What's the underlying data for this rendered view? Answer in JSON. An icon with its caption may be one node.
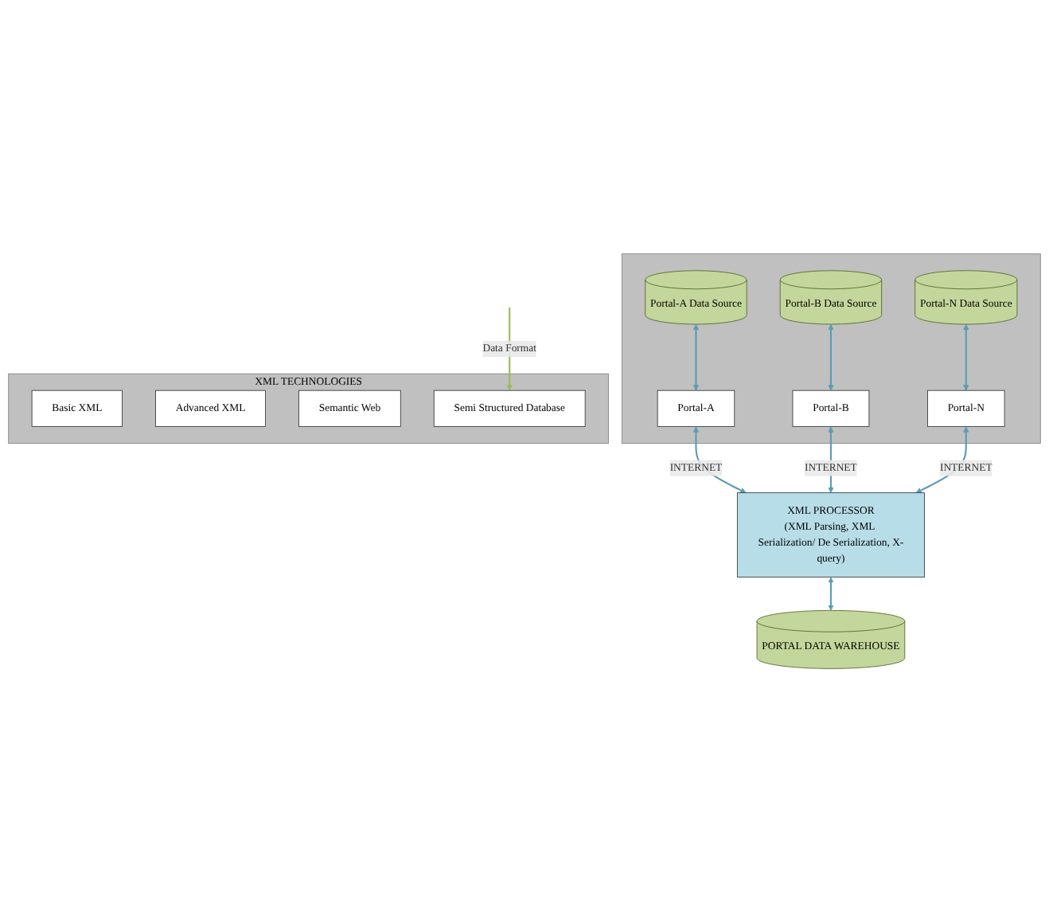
{
  "diagram": {
    "nodes": [
      {
        "text": [],
        "shape": "box"
      },
      {
        "text": [
          "Portal-A Data Source"
        ],
        "in": 0
      },
      {
        "text": [
          "Portal-B Data Source"
        ],
        "in": 0
      },
      {
        "text": [
          "Portal-N Data Source"
        ],
        "in": 0
      },
      {
        "text": [
          "Portal-A"
        ],
        "in": 0
      },
      {
        "text": [
          "Portal-B"
        ],
        "in": 0
      },
      {
        "text": [
          "Portal-N"
        ],
        "in": 0
      },
      {
        "text": [
          "XML TECHNOLOGIES"
        ]
      },
      {
        "text": [
          "Basic XML"
        ],
        "in": 7
      },
      {
        "text": [
          "Advanced XML"
        ],
        "in": 7
      },
      {
        "text": [
          "Semantic Web"
        ],
        "in": 7
      },
      {
        "text": [
          "Semi Structured Database"
        ],
        "in": 7
      },
      {
        "text": [
          "XML PROCESSOR",
          "(XML Parsing, XML Serialization/ De Serialization, X-query)"
        ]
      },
      {
        "text": [
          "PORTAL DATA WAREHOUSE"
        ]
      }
    ],
    "edges": [
      {
        "from": 1,
        "to": 4,
        "arrow": "both"
      },
      {
        "from": 2,
        "to": 5,
        "arrow": "both"
      },
      {
        "from": 3,
        "to": 6,
        "arrow": "both"
      },
      {
        "from": 4,
        "to": 12,
        "arrow": "both",
        "label": "INTERNET"
      },
      {
        "from": 5,
        "to": 12,
        "arrow": "both",
        "label": "INTERNET"
      },
      {
        "from": 6,
        "to": 12,
        "arrow": "both",
        "label": "INTERNET"
      },
      {
        "from": null,
        "to": 11,
        "arrow": "to",
        "label": "Data Format",
        "color": "#9bbb59"
      },
      {
        "from": 12,
        "to": 13,
        "arrow": "both"
      }
    ]
  }
}
